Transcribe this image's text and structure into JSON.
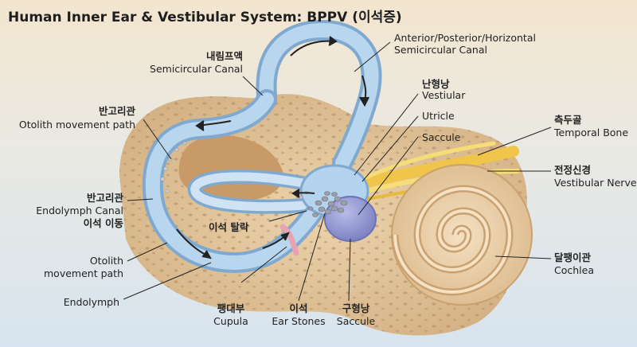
{
  "title": "Human Inner Ear & Vestibular System: BPPV (이석증)",
  "labels": {
    "canals_en": "Anterior/Posterior/Horizontal",
    "canals_en2": "Semicircular Canal",
    "naerimpeuaek_ko": "내림프액",
    "naerimpeuaek_en": "Semicircular Canal",
    "nanhyeongnang_ko": "난형낭",
    "nanhyeongnang_en": "Vestiular",
    "utricle": "Utricle",
    "saccule": "Saccule",
    "bangori1_ko": "반고리관",
    "bangori1_en": "Otolith movement path",
    "bangori2_ko": "반고리관",
    "bangori2_en": "Endolymph Canal",
    "iseok_move": "이석 이동",
    "iseok_detach": "이석 탈락",
    "otolith_path1": "Otolith",
    "otolith_path2": "movement path",
    "endolymph": "Endolymph",
    "cupula_ko": "팽대부",
    "cupula_en": "Cupula",
    "stones_ko": "이석",
    "stones_en": "Ear Stones",
    "saccule2_ko": "구형낭",
    "saccule2_en": "Saccule",
    "temporal_ko": "측두골",
    "temporal_en": "Temporal Bone",
    "nerve_ko": "전정신경",
    "nerve_en": "Vestibular Nerve",
    "cochlea_ko": "달팽이관",
    "cochlea_en": "Cochlea"
  },
  "colors": {
    "bone": "#e3c79b",
    "bone_dark": "#c9a272",
    "canal": "#a9cbe6",
    "canal_light": "#d2e6f5",
    "nerve": "#f2cf56",
    "stone": "#9a9ea8",
    "saccule": "#8f95cf"
  }
}
